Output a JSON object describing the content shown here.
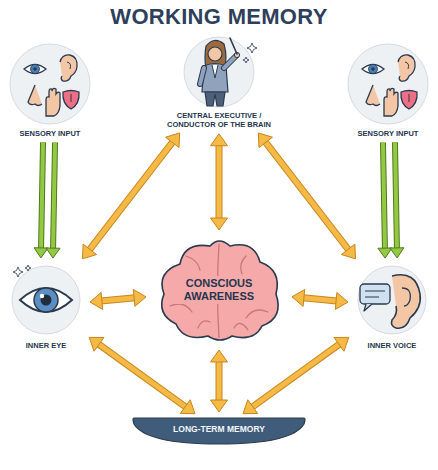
{
  "diagram": {
    "title": "WORKING MEMORY",
    "nodes": [
      {
        "text": [
          "SENSORY INPUT"
        ]
      },
      {
        "text": [
          "CENTRAL EXECUTIVE / CONDUCTOR OF THE BRAIN"
        ]
      },
      {
        "text": [
          "SENSORY INPUT"
        ]
      },
      {
        "text": [
          "INNER EYE"
        ]
      },
      {
        "text": [
          "CONSCIOUS AWARENESS"
        ]
      },
      {
        "text": [
          "INNER VOICE"
        ]
      },
      {
        "text": [
          "LONG-TERM MEMORY"
        ]
      }
    ],
    "edges": [
      {
        "from": 0,
        "to": 3,
        "arrow": "to"
      },
      {
        "from": 2,
        "to": 5,
        "arrow": "to"
      },
      {
        "from": 1,
        "to": 3,
        "arrow": "both"
      },
      {
        "from": 1,
        "to": 4,
        "arrow": "both"
      },
      {
        "from": 1,
        "to": 5,
        "arrow": "both"
      },
      {
        "from": 3,
        "to": 4,
        "arrow": "both"
      },
      {
        "from": 4,
        "to": 5,
        "arrow": "both"
      },
      {
        "from": 3,
        "to": 6,
        "arrow": "both"
      },
      {
        "from": 4,
        "to": 6,
        "arrow": "both"
      },
      {
        "from": 5,
        "to": 6,
        "arrow": "both"
      }
    ]
  }
}
